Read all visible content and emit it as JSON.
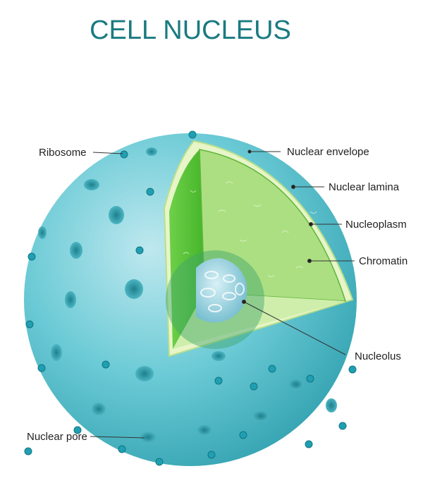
{
  "title": "CELL NUCLEUS",
  "labels": {
    "ribosome": "Ribosome",
    "nuclear_envelope": "Nuclear envelope",
    "nuclear_lamina": "Nuclear lamina",
    "nucleoplasm": "Nucleoplasm",
    "chromatin": "Chromatin",
    "nucleolus": "Nucleolus",
    "nuclear_pore": "Nuclear pore"
  },
  "colors": {
    "sphere": "#5fc4d0",
    "title": "#1a7a80",
    "cutaway": "#a8e07a",
    "nucleolus": "#9fd8e6"
  }
}
